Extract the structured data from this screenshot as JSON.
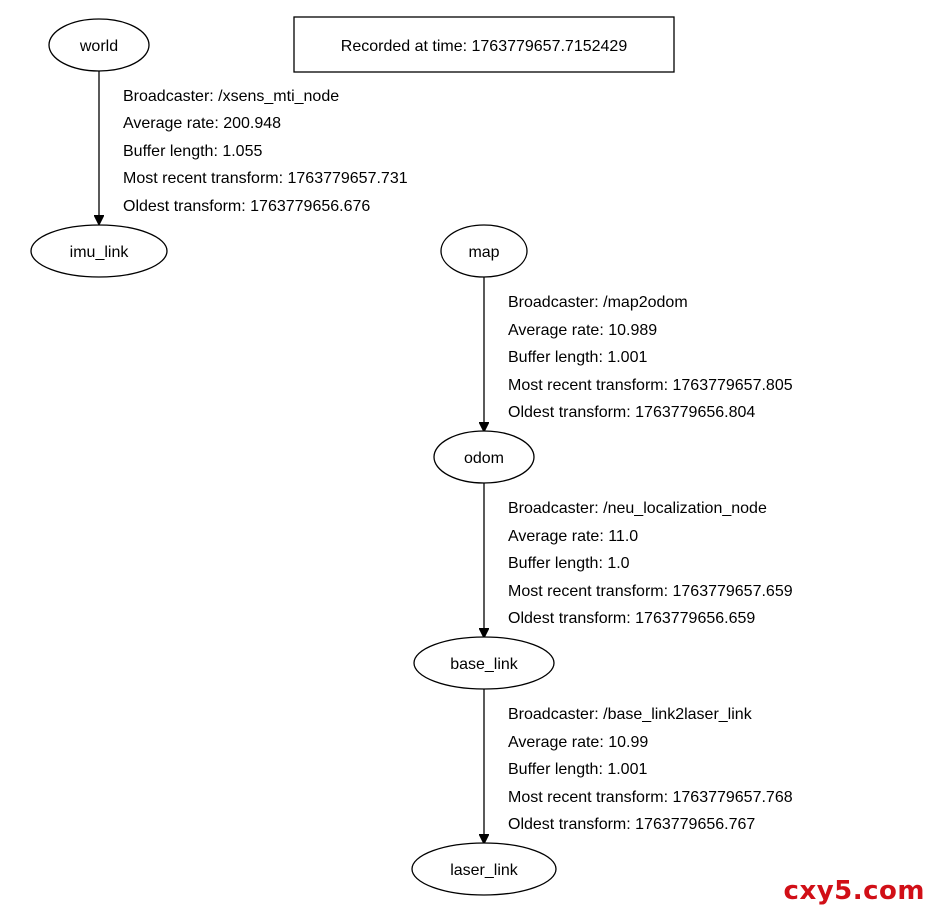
{
  "header": {
    "recorded_label": "Recorded at time: 1763779657.7152429"
  },
  "nodes": {
    "world": "world",
    "imu_link": "imu_link",
    "map": "map",
    "odom": "odom",
    "base_link": "base_link",
    "laser_link": "laser_link"
  },
  "edges": [
    {
      "from": "world",
      "to": "imu_link",
      "lines": [
        "Broadcaster: /xsens_mti_node",
        "Average rate: 200.948",
        "Buffer length: 1.055",
        "Most recent transform: 1763779657.731",
        "Oldest transform: 1763779656.676"
      ]
    },
    {
      "from": "map",
      "to": "odom",
      "lines": [
        "Broadcaster: /map2odom",
        "Average rate: 10.989",
        "Buffer length: 1.001",
        "Most recent transform: 1763779657.805",
        "Oldest transform: 1763779656.804"
      ]
    },
    {
      "from": "odom",
      "to": "base_link",
      "lines": [
        "Broadcaster: /neu_localization_node",
        "Average rate: 11.0",
        "Buffer length: 1.0",
        "Most recent transform: 1763779657.659",
        "Oldest transform: 1763779656.659"
      ]
    },
    {
      "from": "base_link",
      "to": "laser_link",
      "lines": [
        "Broadcaster: /base_link2laser_link",
        "Average rate: 10.99",
        "Buffer length: 1.001",
        "Most recent transform: 1763779657.768",
        "Oldest transform: 1763779656.767"
      ]
    }
  ],
  "watermark": "cxy5.com",
  "colors": {
    "stroke": "#000000",
    "watermark": "#d10f17"
  }
}
